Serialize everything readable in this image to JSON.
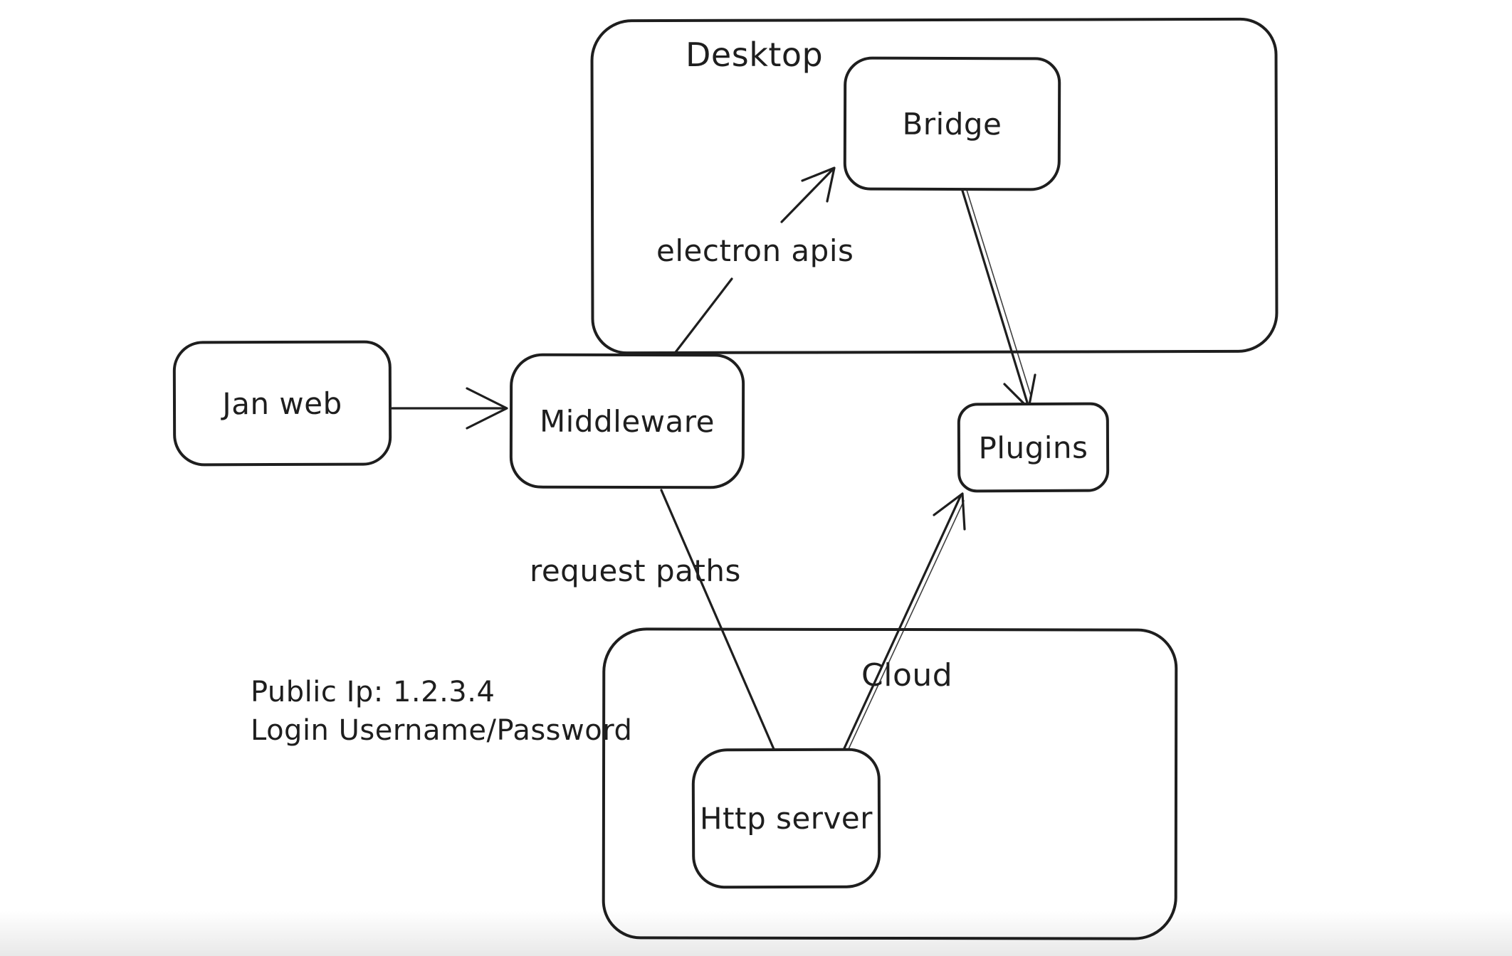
{
  "canvas": {
    "background": "#ffffff",
    "ink": "#1e1e1e"
  },
  "regions": {
    "desktop": {
      "label": "Desktop"
    },
    "cloud": {
      "label": "Cloud"
    }
  },
  "nodes": {
    "jan_web": {
      "label": "Jan web"
    },
    "middleware": {
      "label": "Middleware"
    },
    "bridge": {
      "label": "Bridge"
    },
    "plugins": {
      "label": "Plugins"
    },
    "http_server": {
      "label": "Http server"
    }
  },
  "edges": {
    "jan_web_to_middleware": {
      "label": ""
    },
    "middleware_to_bridge": {
      "label": "electron apis"
    },
    "bridge_to_plugins": {
      "label": ""
    },
    "middleware_to_http_server": {
      "label": "request paths"
    },
    "http_server_to_plugins": {
      "label": ""
    }
  },
  "annotation": {
    "line1": "Public Ip: 1.2.3.4",
    "line2": "Login Username/Password"
  }
}
